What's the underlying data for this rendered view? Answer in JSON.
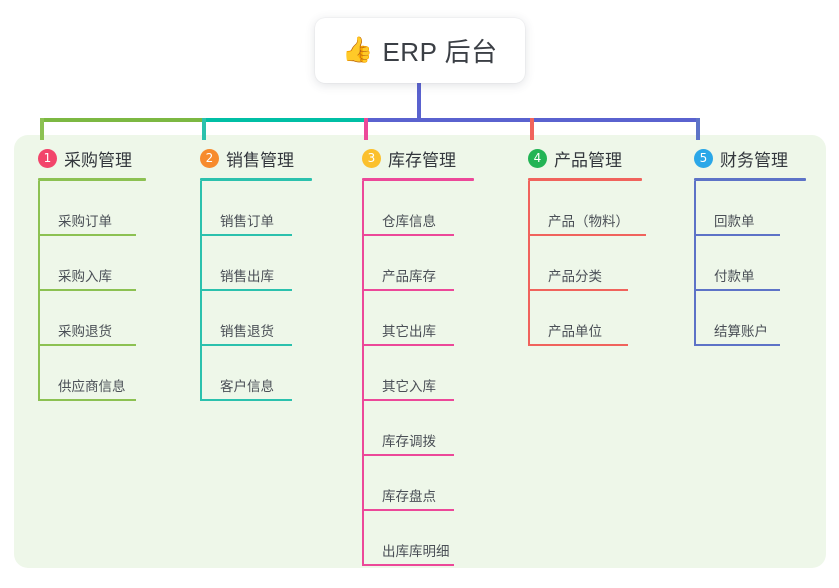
{
  "title": {
    "icon": "thumbs-up-icon",
    "emoji": "👍",
    "text": "ERP 后台"
  },
  "colors": {
    "panel_bg": "#eef7e9",
    "page_bg": "#ffffff",
    "stem": "#5a62cf",
    "bus_left": "#7cb842",
    "bus_mid": "#00bfa5",
    "bus_right": "#5a62cf",
    "text": "#33373d",
    "item_text": "#4a4f56"
  },
  "columns": [
    {
      "number": "1",
      "title": "采购管理",
      "badge_color": "#f2456b",
      "line_color": "#8cc152",
      "items": [
        "采购订单",
        "采购入库",
        "采购退货",
        "供应商信息"
      ]
    },
    {
      "number": "2",
      "title": "销售管理",
      "badge_color": "#f78b2d",
      "line_color": "#2bc1ad",
      "items": [
        "销售订单",
        "销售出库",
        "销售退货",
        "客户信息"
      ]
    },
    {
      "number": "3",
      "title": "库存管理",
      "badge_color": "#fbc02d",
      "line_color": "#ec4899",
      "items": [
        "仓库信息",
        "产品库存",
        "其它出库",
        "其它入库",
        "库存调拨",
        "库存盘点",
        "出库库明细"
      ]
    },
    {
      "number": "4",
      "title": "产品管理",
      "badge_color": "#22b455",
      "line_color": "#f0635c",
      "items": [
        "产品（物料）",
        "产品分类",
        "产品单位"
      ]
    },
    {
      "number": "5",
      "title": "财务管理",
      "badge_color": "#2aa7e8",
      "line_color": "#5d73c7",
      "items": [
        "回款单",
        "付款单",
        "结算账户"
      ]
    }
  ]
}
